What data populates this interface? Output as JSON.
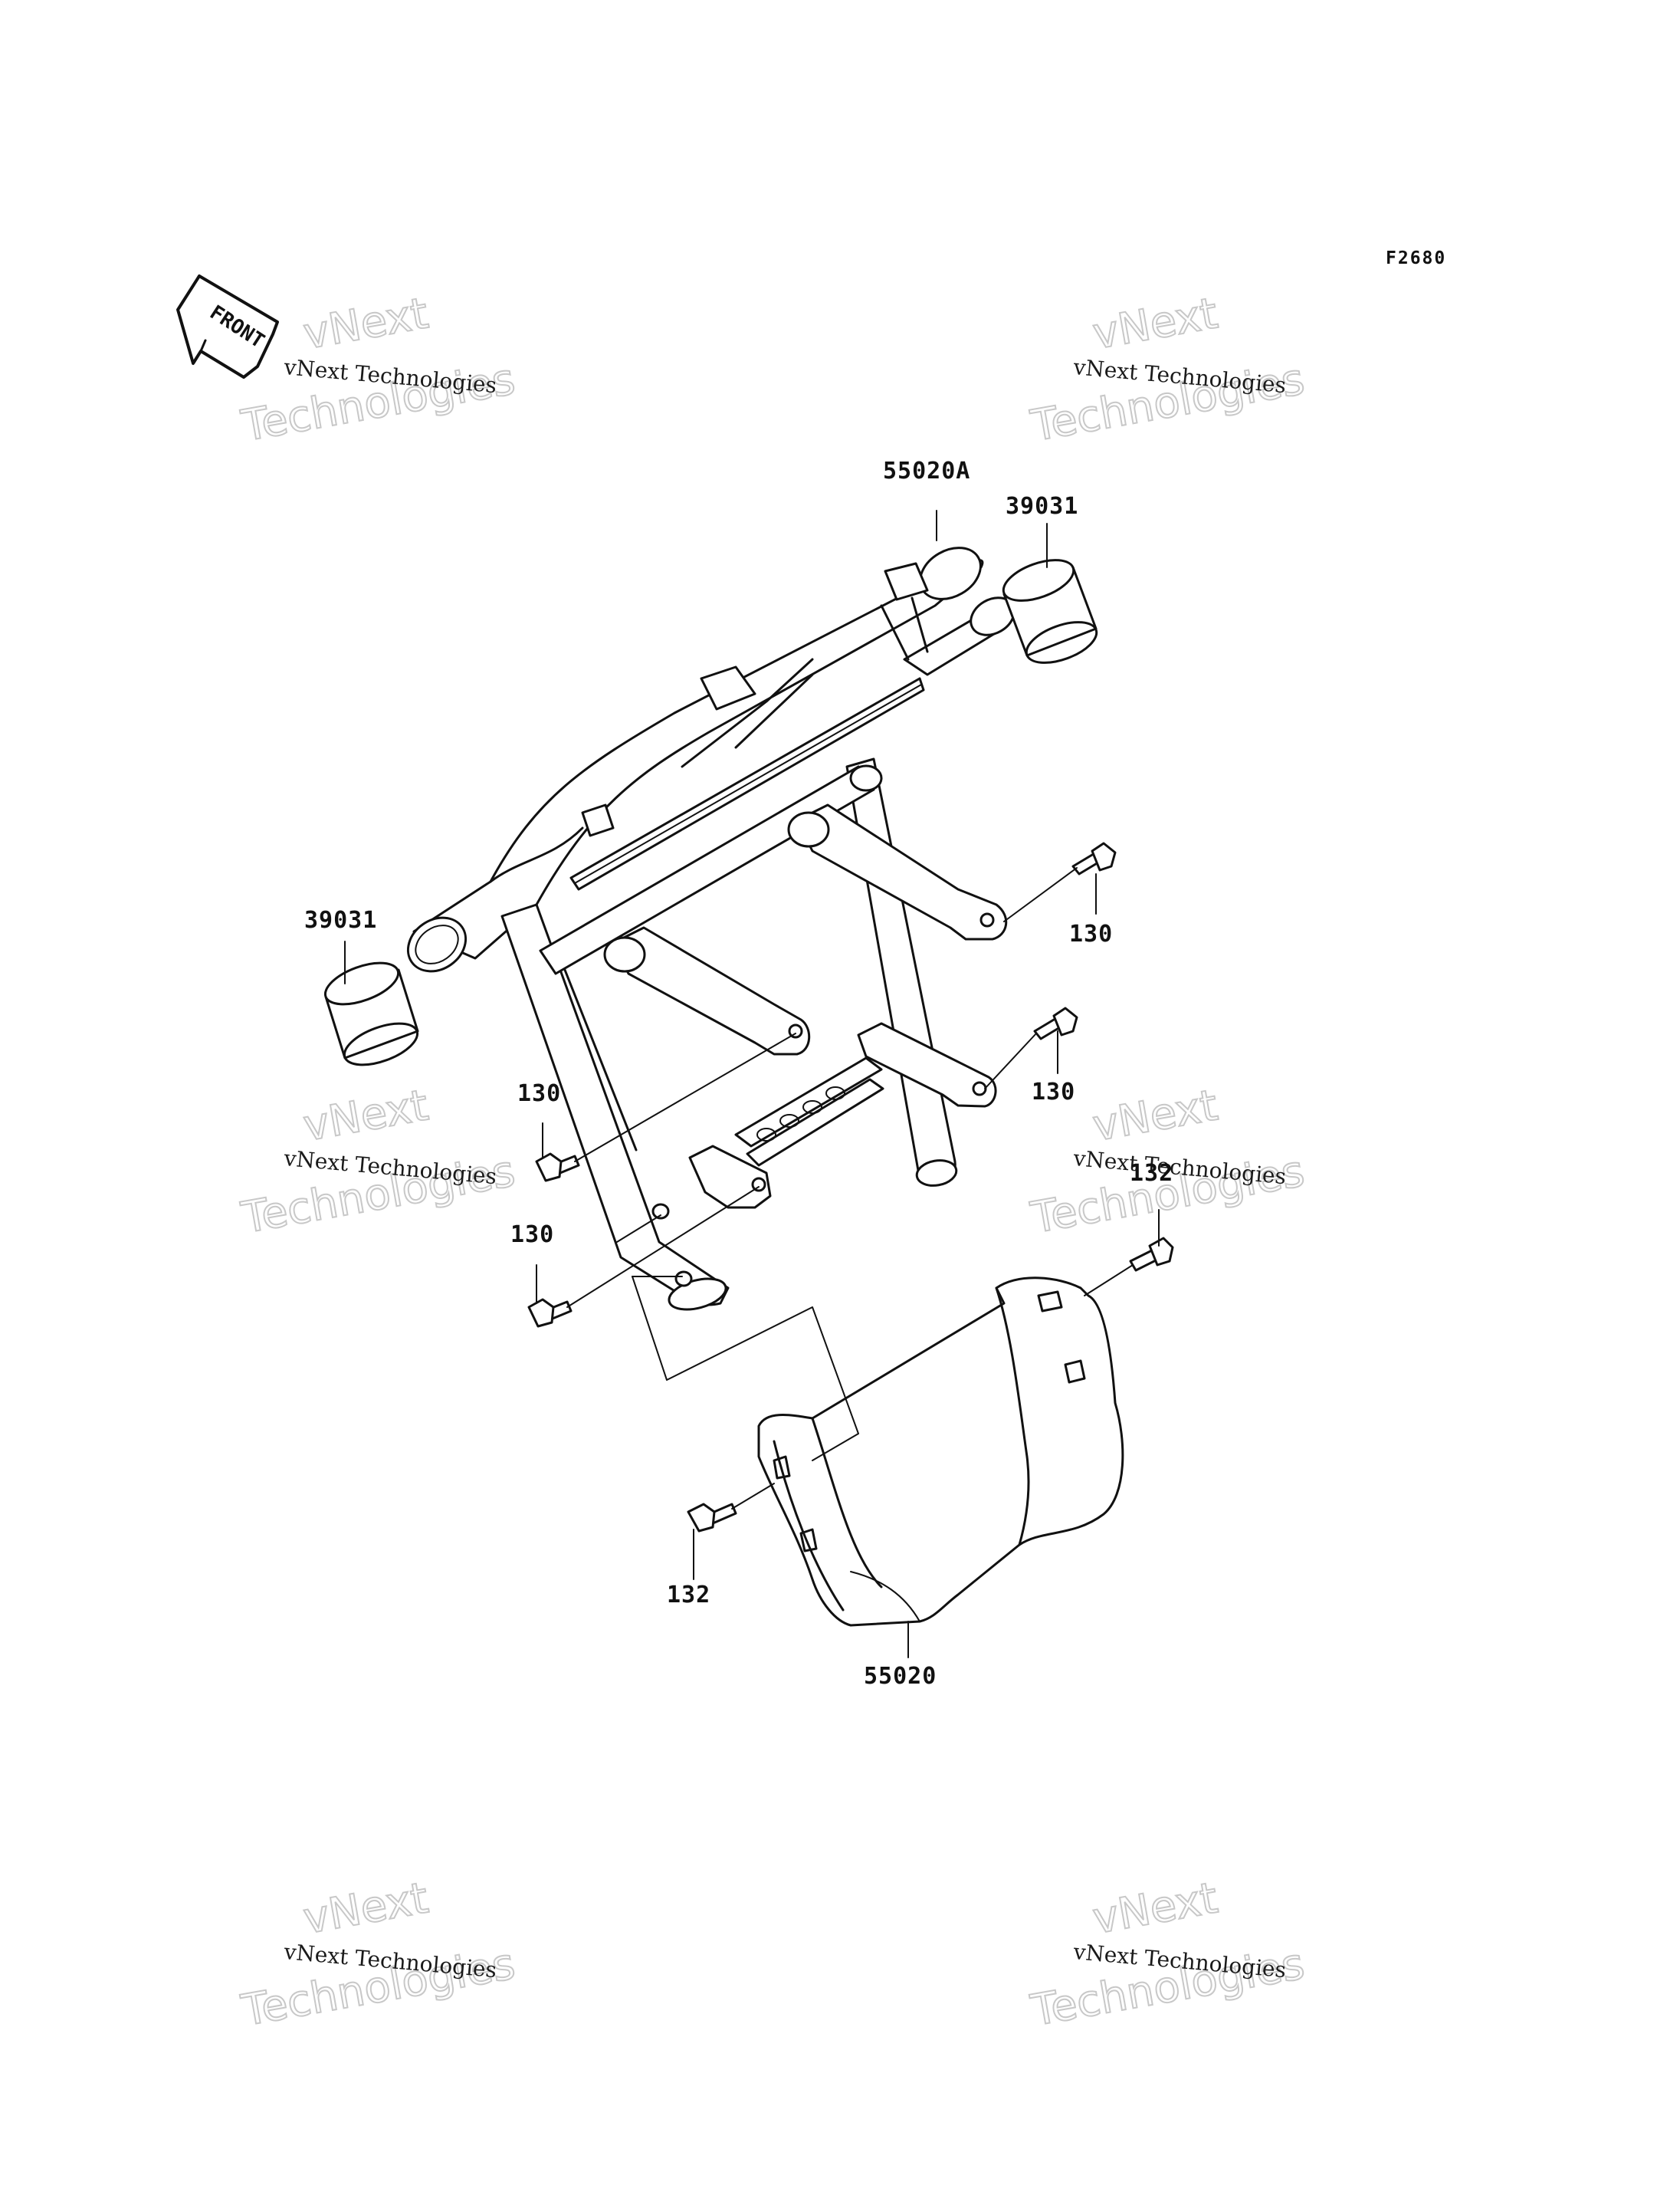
{
  "figure_code": "F2680",
  "front_indicator": "FRONT",
  "watermark": {
    "small_text": "vNext Technologies",
    "big_line1": "vNext",
    "big_line2": "Technologies"
  },
  "parts": [
    {
      "id": "guard-bar",
      "number": "55020A"
    },
    {
      "id": "cap-right",
      "number": "39031"
    },
    {
      "id": "cap-left",
      "number": "39031"
    },
    {
      "id": "bolt-right-upper",
      "number": "130"
    },
    {
      "id": "bolt-right-lower",
      "number": "130"
    },
    {
      "id": "bolt-left-upper",
      "number": "130"
    },
    {
      "id": "bolt-left-lower",
      "number": "130"
    },
    {
      "id": "bolt-guard-right",
      "number": "132"
    },
    {
      "id": "bolt-guard-left",
      "number": "132"
    },
    {
      "id": "skid-plate",
      "number": "55020"
    }
  ]
}
